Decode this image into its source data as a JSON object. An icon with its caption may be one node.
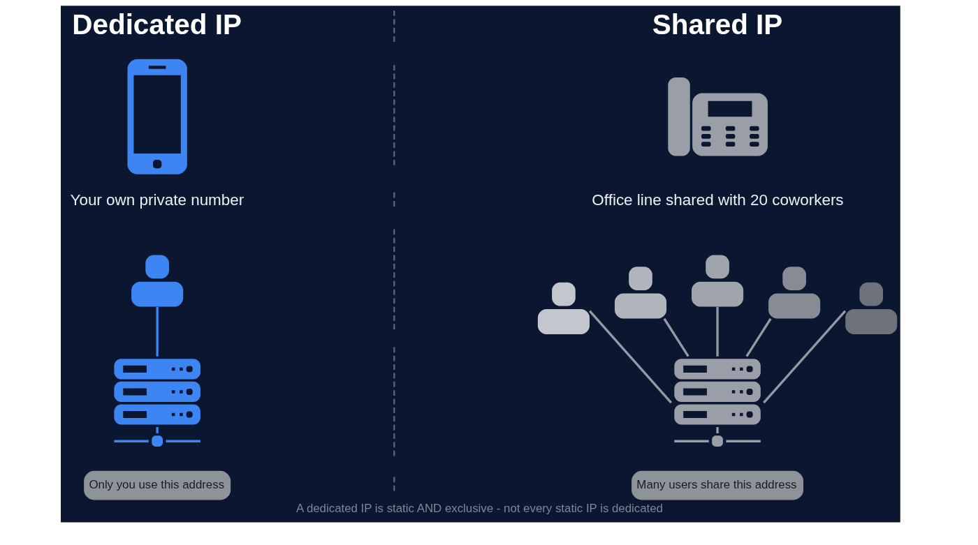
{
  "diagram": {
    "caption": "A dedicated IP is static AND exclusive - not every static IP is dedicated",
    "nodes": [
      {
        "text": [],
        "shape": "picture",
        "beside": [
          "Your own private number"
        ]
      },
      {
        "text": [],
        "shape": "person"
      },
      {
        "text": [],
        "shape": "picture"
      },
      {
        "text": [
          "Only you use this address"
        ]
      },
      {
        "text": [],
        "shape": "picture",
        "beside": [
          "Office line shared with 20 coworkers"
        ]
      },
      {
        "text": [],
        "shape": "person"
      },
      {
        "text": [],
        "shape": "person"
      },
      {
        "text": [],
        "shape": "person"
      },
      {
        "text": [],
        "shape": "person"
      },
      {
        "text": [],
        "shape": "person"
      },
      {
        "text": [],
        "shape": "picture"
      },
      {
        "text": [
          "Many users share this address"
        ]
      }
    ],
    "edges": [
      {
        "from": 1,
        "to": 2,
        "arrow": "none",
        "color": "#3d85f2"
      },
      {
        "from": 5,
        "to": 10,
        "arrow": "none"
      },
      {
        "from": 6,
        "to": 10,
        "arrow": "none"
      },
      {
        "from": 7,
        "to": 10,
        "arrow": "none"
      },
      {
        "from": 8,
        "to": 10,
        "arrow": "none"
      },
      {
        "from": 9,
        "to": 10,
        "arrow": "none"
      }
    ],
    "labels": [
      "Dedicated IP",
      "Shared IP"
    ]
  }
}
